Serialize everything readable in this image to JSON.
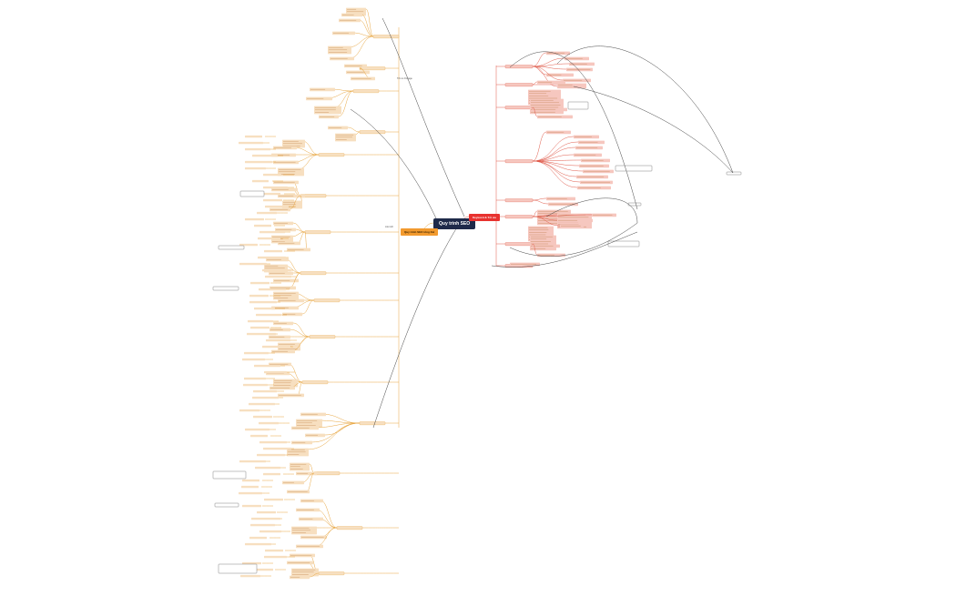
{
  "root": {
    "label": "Quy trình SEO"
  },
  "branches": {
    "right_main": {
      "label": "Keyword & Tối ưu"
    },
    "left_main": {
      "label": "Quy trình SEO tổng thể"
    }
  },
  "connectors": {
    "label_a": "Tối ưu Onpage",
    "label_b": "Liên kết"
  },
  "colors": {
    "root": "#1f2a4a",
    "branch_red": "#e8322f",
    "branch_orange": "#f29a2e",
    "left_line": "#e8a640",
    "left_node": "#f7dfc0",
    "right_line": "#e05a4a",
    "right_node": "#f6c7bf",
    "cross_link": "#444444"
  }
}
